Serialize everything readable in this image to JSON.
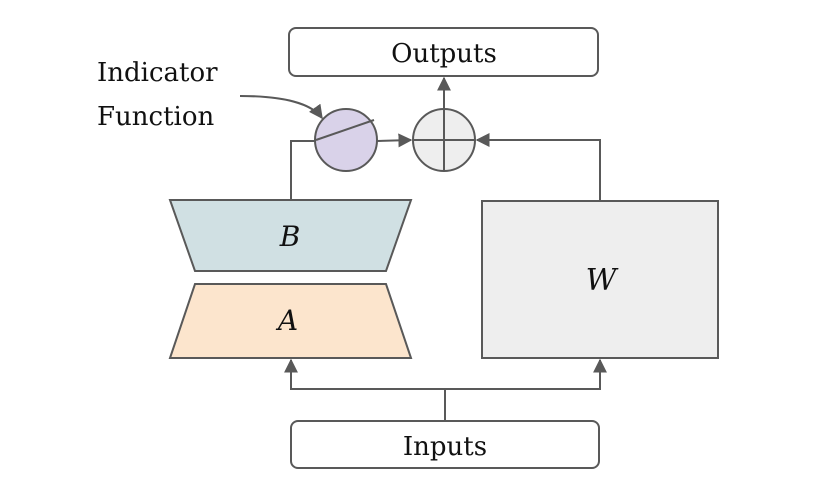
{
  "diagram": {
    "outputs_label": "Outputs",
    "inputs_label": "Inputs",
    "indicator_label_line1": "Indicator",
    "indicator_label_line2": "Function",
    "matrix_b_label": "B",
    "matrix_a_label": "A",
    "weights_label": "W",
    "colors": {
      "stroke": "#595959",
      "indicator_fill": "#d9d2e9",
      "sum_fill": "#eeeeee",
      "b_fill": "#d0e0e3",
      "a_fill": "#fce5cd",
      "w_fill": "#eeeeee",
      "box_fill": "#ffffff"
    }
  }
}
